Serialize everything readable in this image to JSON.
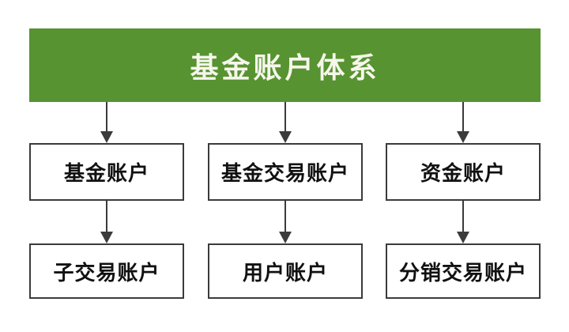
{
  "diagram": {
    "title": "基金账户体系",
    "columns": [
      {
        "parent": "基金账户",
        "child": "子交易账户"
      },
      {
        "parent": "基金交易账户",
        "child": "用户账户"
      },
      {
        "parent": "资金账户",
        "child": "分销交易账户"
      }
    ],
    "colors": {
      "header_bg": "#579331",
      "header_text": "#F6F6EC",
      "line": "#3B3B3B",
      "node_text": "#111111",
      "background": "#FFFFFF"
    }
  }
}
